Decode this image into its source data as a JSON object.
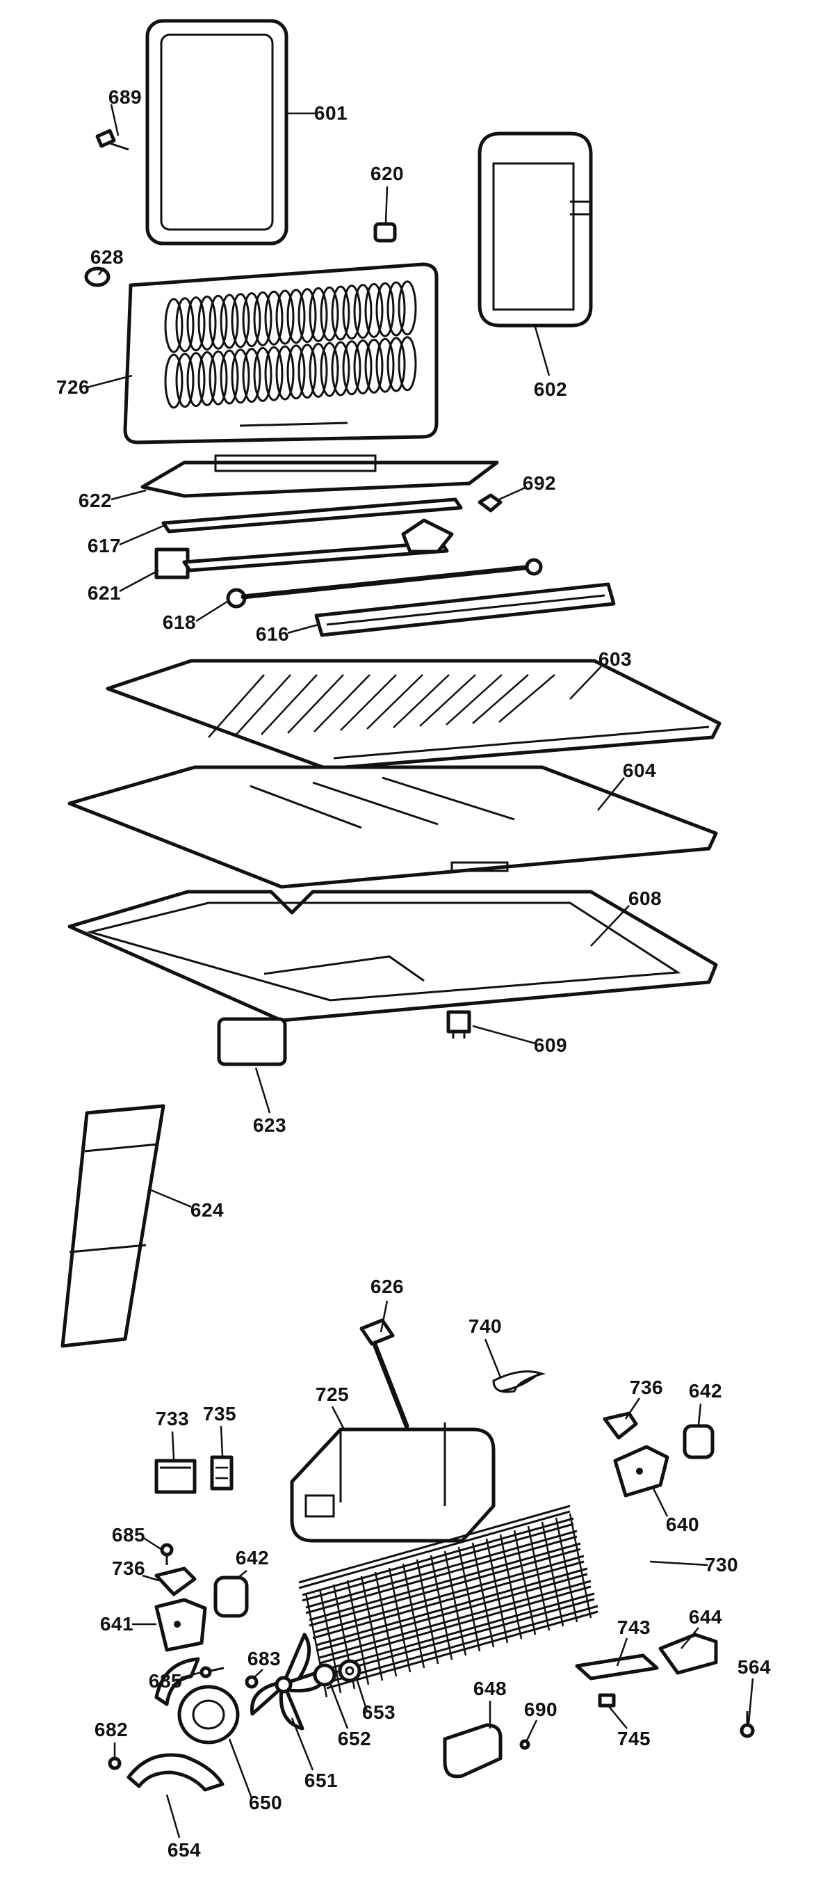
{
  "labels": {
    "601": "601",
    "602": "602",
    "603": "603",
    "604": "604",
    "608": "608",
    "609": "609",
    "616": "616",
    "617": "617",
    "618": "618",
    "620": "620",
    "621": "621",
    "622": "622",
    "623": "623",
    "624": "624",
    "626": "626",
    "628": "628",
    "640": "640",
    "641": "641",
    "642a": "642",
    "642b": "642",
    "644": "644",
    "648": "648",
    "650": "650",
    "651": "651",
    "652": "652",
    "653": "653",
    "654": "654",
    "564": "564",
    "682": "682",
    "683": "683",
    "685a": "685",
    "685b": "685",
    "689": "689",
    "690": "690",
    "692": "692",
    "725": "725",
    "726": "726",
    "730": "730",
    "733": "733",
    "735": "735",
    "736a": "736",
    "736b": "736",
    "740": "740",
    "743": "743",
    "745": "745"
  },
  "colors": {
    "ink": "#111111",
    "background": "#ffffff"
  }
}
